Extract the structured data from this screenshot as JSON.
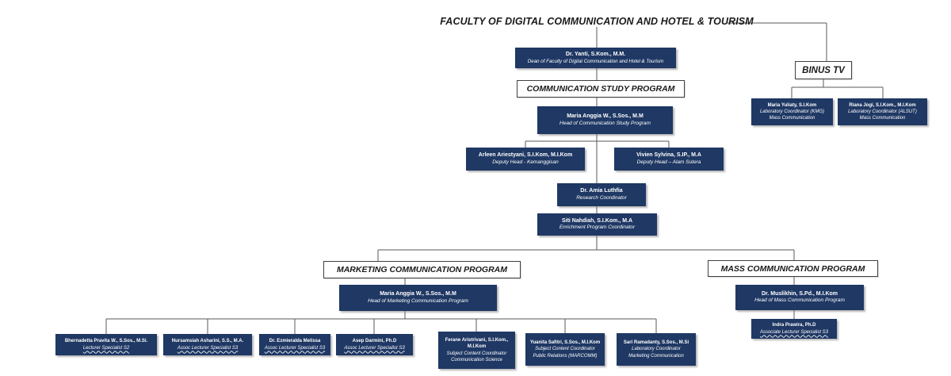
{
  "title": "FACULTY OF DIGITAL COMMUNICATION AND HOTEL & TOURISM",
  "colors": {
    "node_fill": "#1F3864",
    "node_text": "#FFFFFF",
    "connector": "#595959",
    "label_border": "#404040"
  },
  "dean": {
    "name": "Dr. Yanti, S.Kom., M.M.",
    "role": "Dean of Faculty of Digital Communication and Hotel & Tourism"
  },
  "binus_tv": {
    "label": "BINUS TV",
    "coordinators": [
      {
        "name": "Maria Yuliaty, S.I.Kom",
        "role": "Laboratory Coordinator (KMG)",
        "unit": "Mass Communication"
      },
      {
        "name": "Riana Jogi, S.I.Kom., M.I.Kom",
        "role": "Laboratory Coordinator (ALSUT)",
        "unit": "Mass Communication"
      }
    ]
  },
  "communication_study_program": {
    "label": "COMMUNICATION STUDY PROGRAM",
    "head": {
      "name": "Maria Anggia W., S.Sos., M.M",
      "role": "Head of Communication Study Program"
    },
    "deputies": [
      {
        "name": "Arleen Ariestyani, S.I.Kom, M.I.Kom",
        "role": "Deputy Head - Kemanggisan"
      },
      {
        "name": "Vivien Sylvina, S.IP., M.A",
        "role": "Deputy Head – Alam Sutera"
      }
    ],
    "research_coordinator": {
      "name": "Dr. Amia Luthfia",
      "role": "Research Coordinator"
    },
    "enrichment_coordinator": {
      "name": "Siti Nahdiah, S.I.Kom., M.A",
      "role": "Enrichment Program Coordinator"
    }
  },
  "marketing_program": {
    "label": "MARKETING COMMUNICATION PROGRAM",
    "head": {
      "name": "Maria Anggia W., S.Sos., M.M",
      "role": "Head of Marketing Communication Program"
    },
    "staff": [
      {
        "name": "Bhernadetta Pravita W., S.Sos., M.Si.",
        "role": "Lecturer Specialist S2"
      },
      {
        "name": "Nursamsiah Asharini, S.S., M.A.",
        "role": "Assoc Lecturer Specialist S3"
      },
      {
        "name": "Dr. Ezmieralda Melissa",
        "role": "Assoc Lecturer Specialist S3"
      },
      {
        "name": "Asep Darmini, Ph.D",
        "role": "Assoc Lecturer Specialist S3"
      },
      {
        "name": "Ferane Aristrivani, S.I.Kom., M.I.Kom",
        "role": "Subject Content Coordinator",
        "unit": "Communication Science"
      },
      {
        "name": "Yuanita Safitri, S.Sos., M.I.Kom",
        "role": "Subject Content Coordinator",
        "unit": "Public Relations (MARCOMM)"
      },
      {
        "name": "Sari Ramadanty, S.Sos., M.Si",
        "role": "Laboratory Coordinator",
        "unit": "Marketing Communication"
      }
    ]
  },
  "mass_program": {
    "label": "MASS COMMUNICATION PROGRAM",
    "head": {
      "name": "Dr. Muslikhin, S.Pd., M.I.Kom",
      "role": "Head of Mass Communication Program"
    },
    "staff": [
      {
        "name": "Indra Prawira, Ph.D",
        "role": "Associate Lecturer Specialist S3"
      }
    ]
  }
}
